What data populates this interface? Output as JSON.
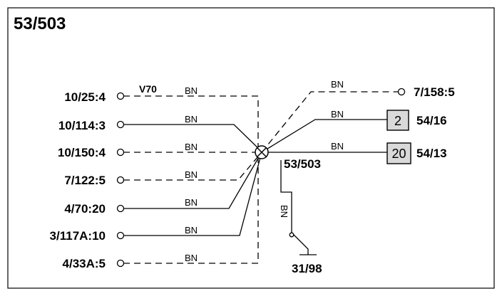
{
  "title": "53/503",
  "splice": "53/503",
  "ground": "31/98",
  "note_v70": "V70",
  "wire_color": "BN",
  "left_terminals": [
    {
      "label": "10/25:4",
      "wire": "BN",
      "style": "dashed"
    },
    {
      "label": "10/114:3",
      "wire": "BN",
      "style": "solid"
    },
    {
      "label": "10/150:4",
      "wire": "BN",
      "style": "dashed"
    },
    {
      "label": "7/122:5",
      "wire": "BN",
      "style": "dashed"
    },
    {
      "label": "4/70:20",
      "wire": "BN",
      "style": "solid"
    },
    {
      "label": "3/117A:10",
      "wire": "BN",
      "style": "solid"
    },
    {
      "label": "4/33A:5",
      "wire": "BN",
      "style": "dashed"
    }
  ],
  "right_terminals": [
    {
      "label": "7/158:5",
      "wire": "BN",
      "style": "dashed"
    },
    {
      "label": "54/16",
      "pin": "2",
      "wire": "BN",
      "style": "solid"
    },
    {
      "label": "54/13",
      "pin": "20",
      "wire": "BN",
      "style": "solid"
    }
  ],
  "ground_wire": "BN"
}
